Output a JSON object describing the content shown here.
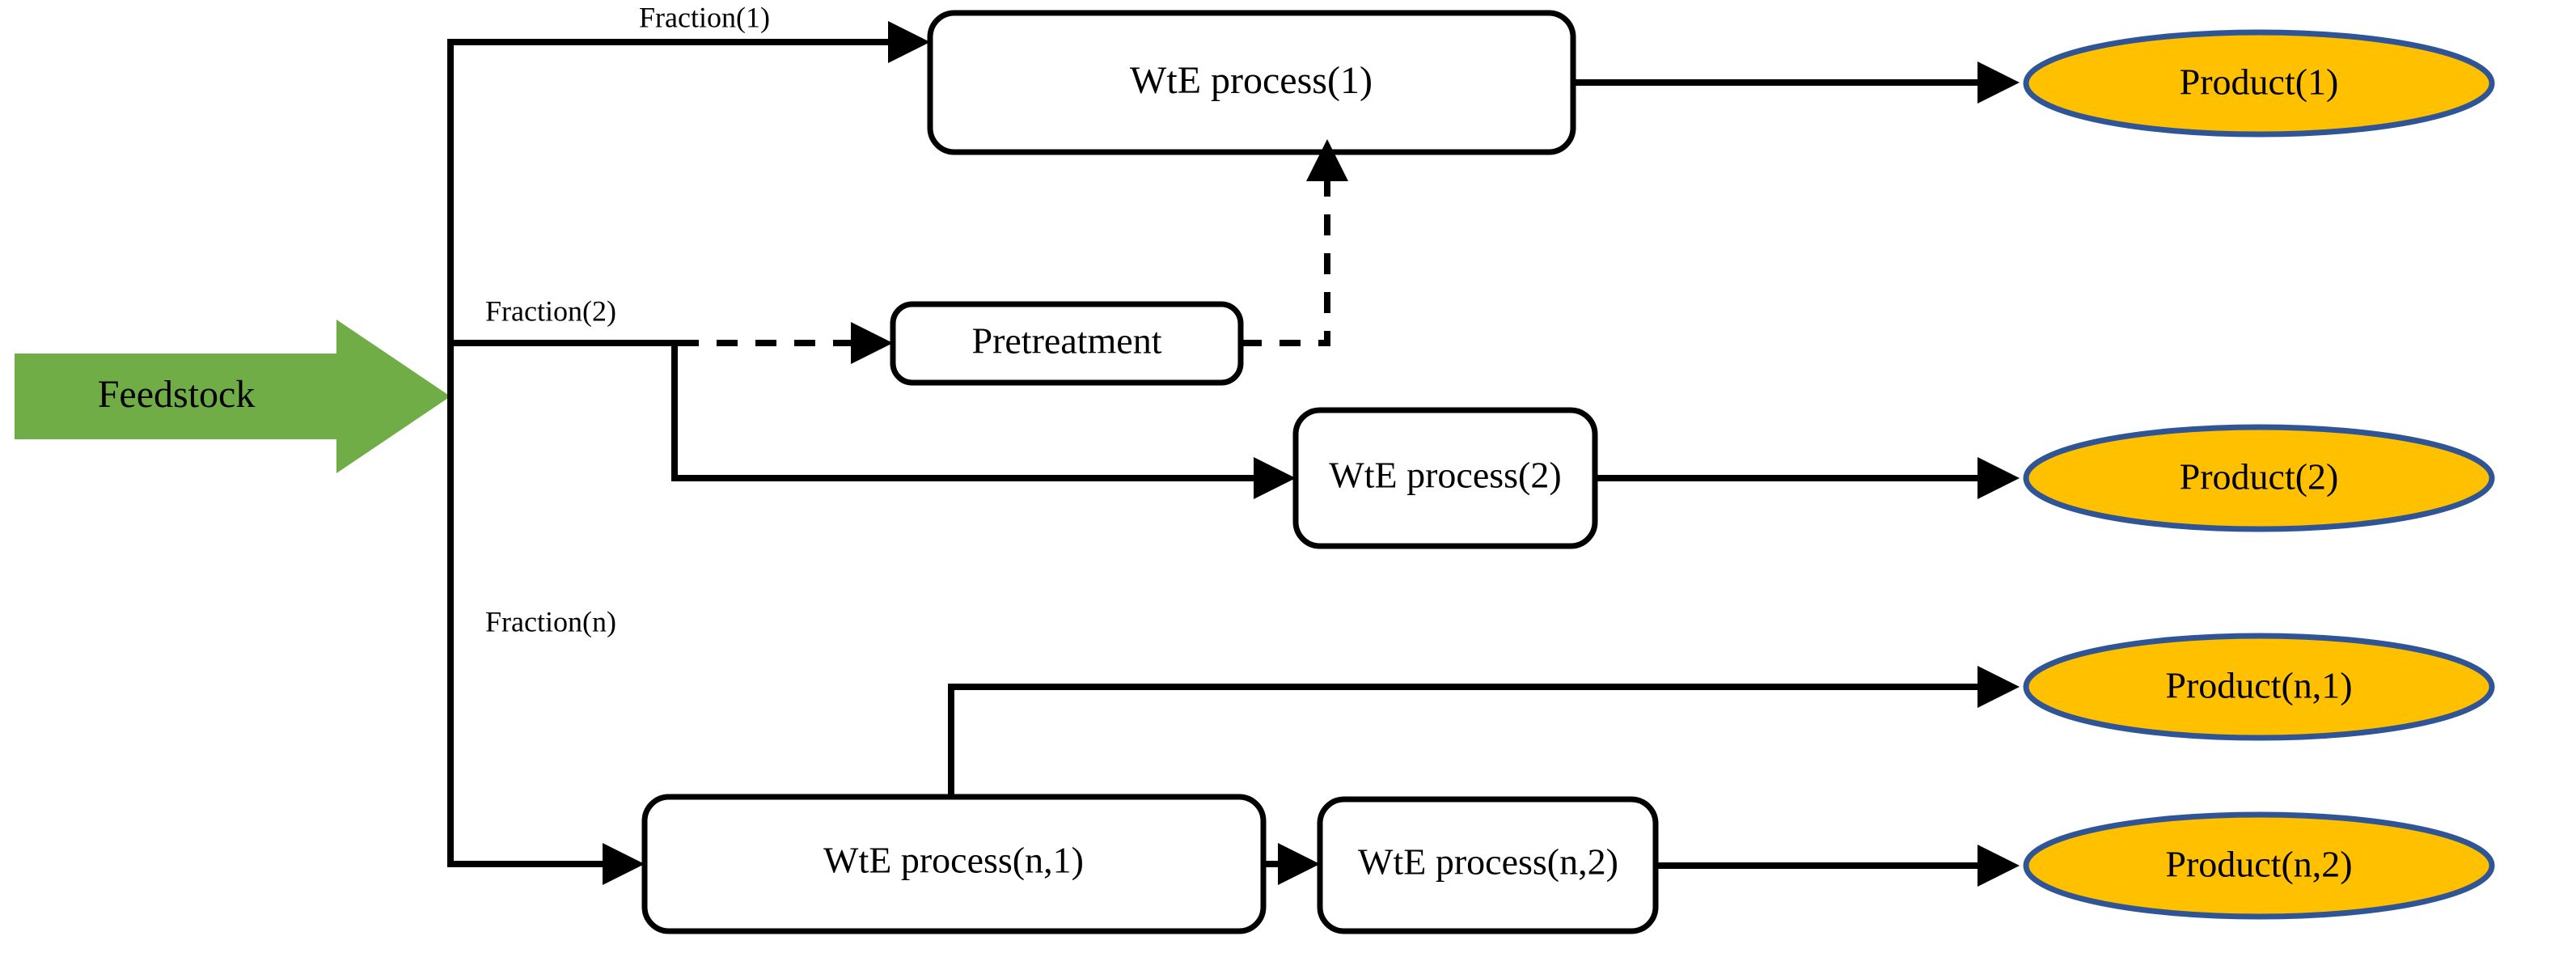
{
  "diagram": {
    "title": "Waste-to-Energy feedstock fractionation process flow",
    "colors": {
      "feedstock_arrow": "#70AD47",
      "product_fill": "#FFC000",
      "product_stroke": "#2F5597",
      "line": "#000000",
      "box_fill": "#FFFFFF"
    }
  },
  "feedstock": {
    "label": "Feedstock"
  },
  "edge_labels": {
    "fraction_1": "Fraction(1)",
    "fraction_2": "Fraction(2)",
    "fraction_n": "Fraction(n)"
  },
  "processes": {
    "wte_1": "WtE process(1)",
    "pretreatment": "Pretreatment",
    "wte_2": "WtE process(2)",
    "wte_n1": "WtE process(n,1)",
    "wte_n2": "WtE process(n,2)"
  },
  "products": {
    "product_1": "Product(1)",
    "product_2": "Product(2)",
    "product_n1": "Product(n,1)",
    "product_n2": "Product(n,2)"
  }
}
